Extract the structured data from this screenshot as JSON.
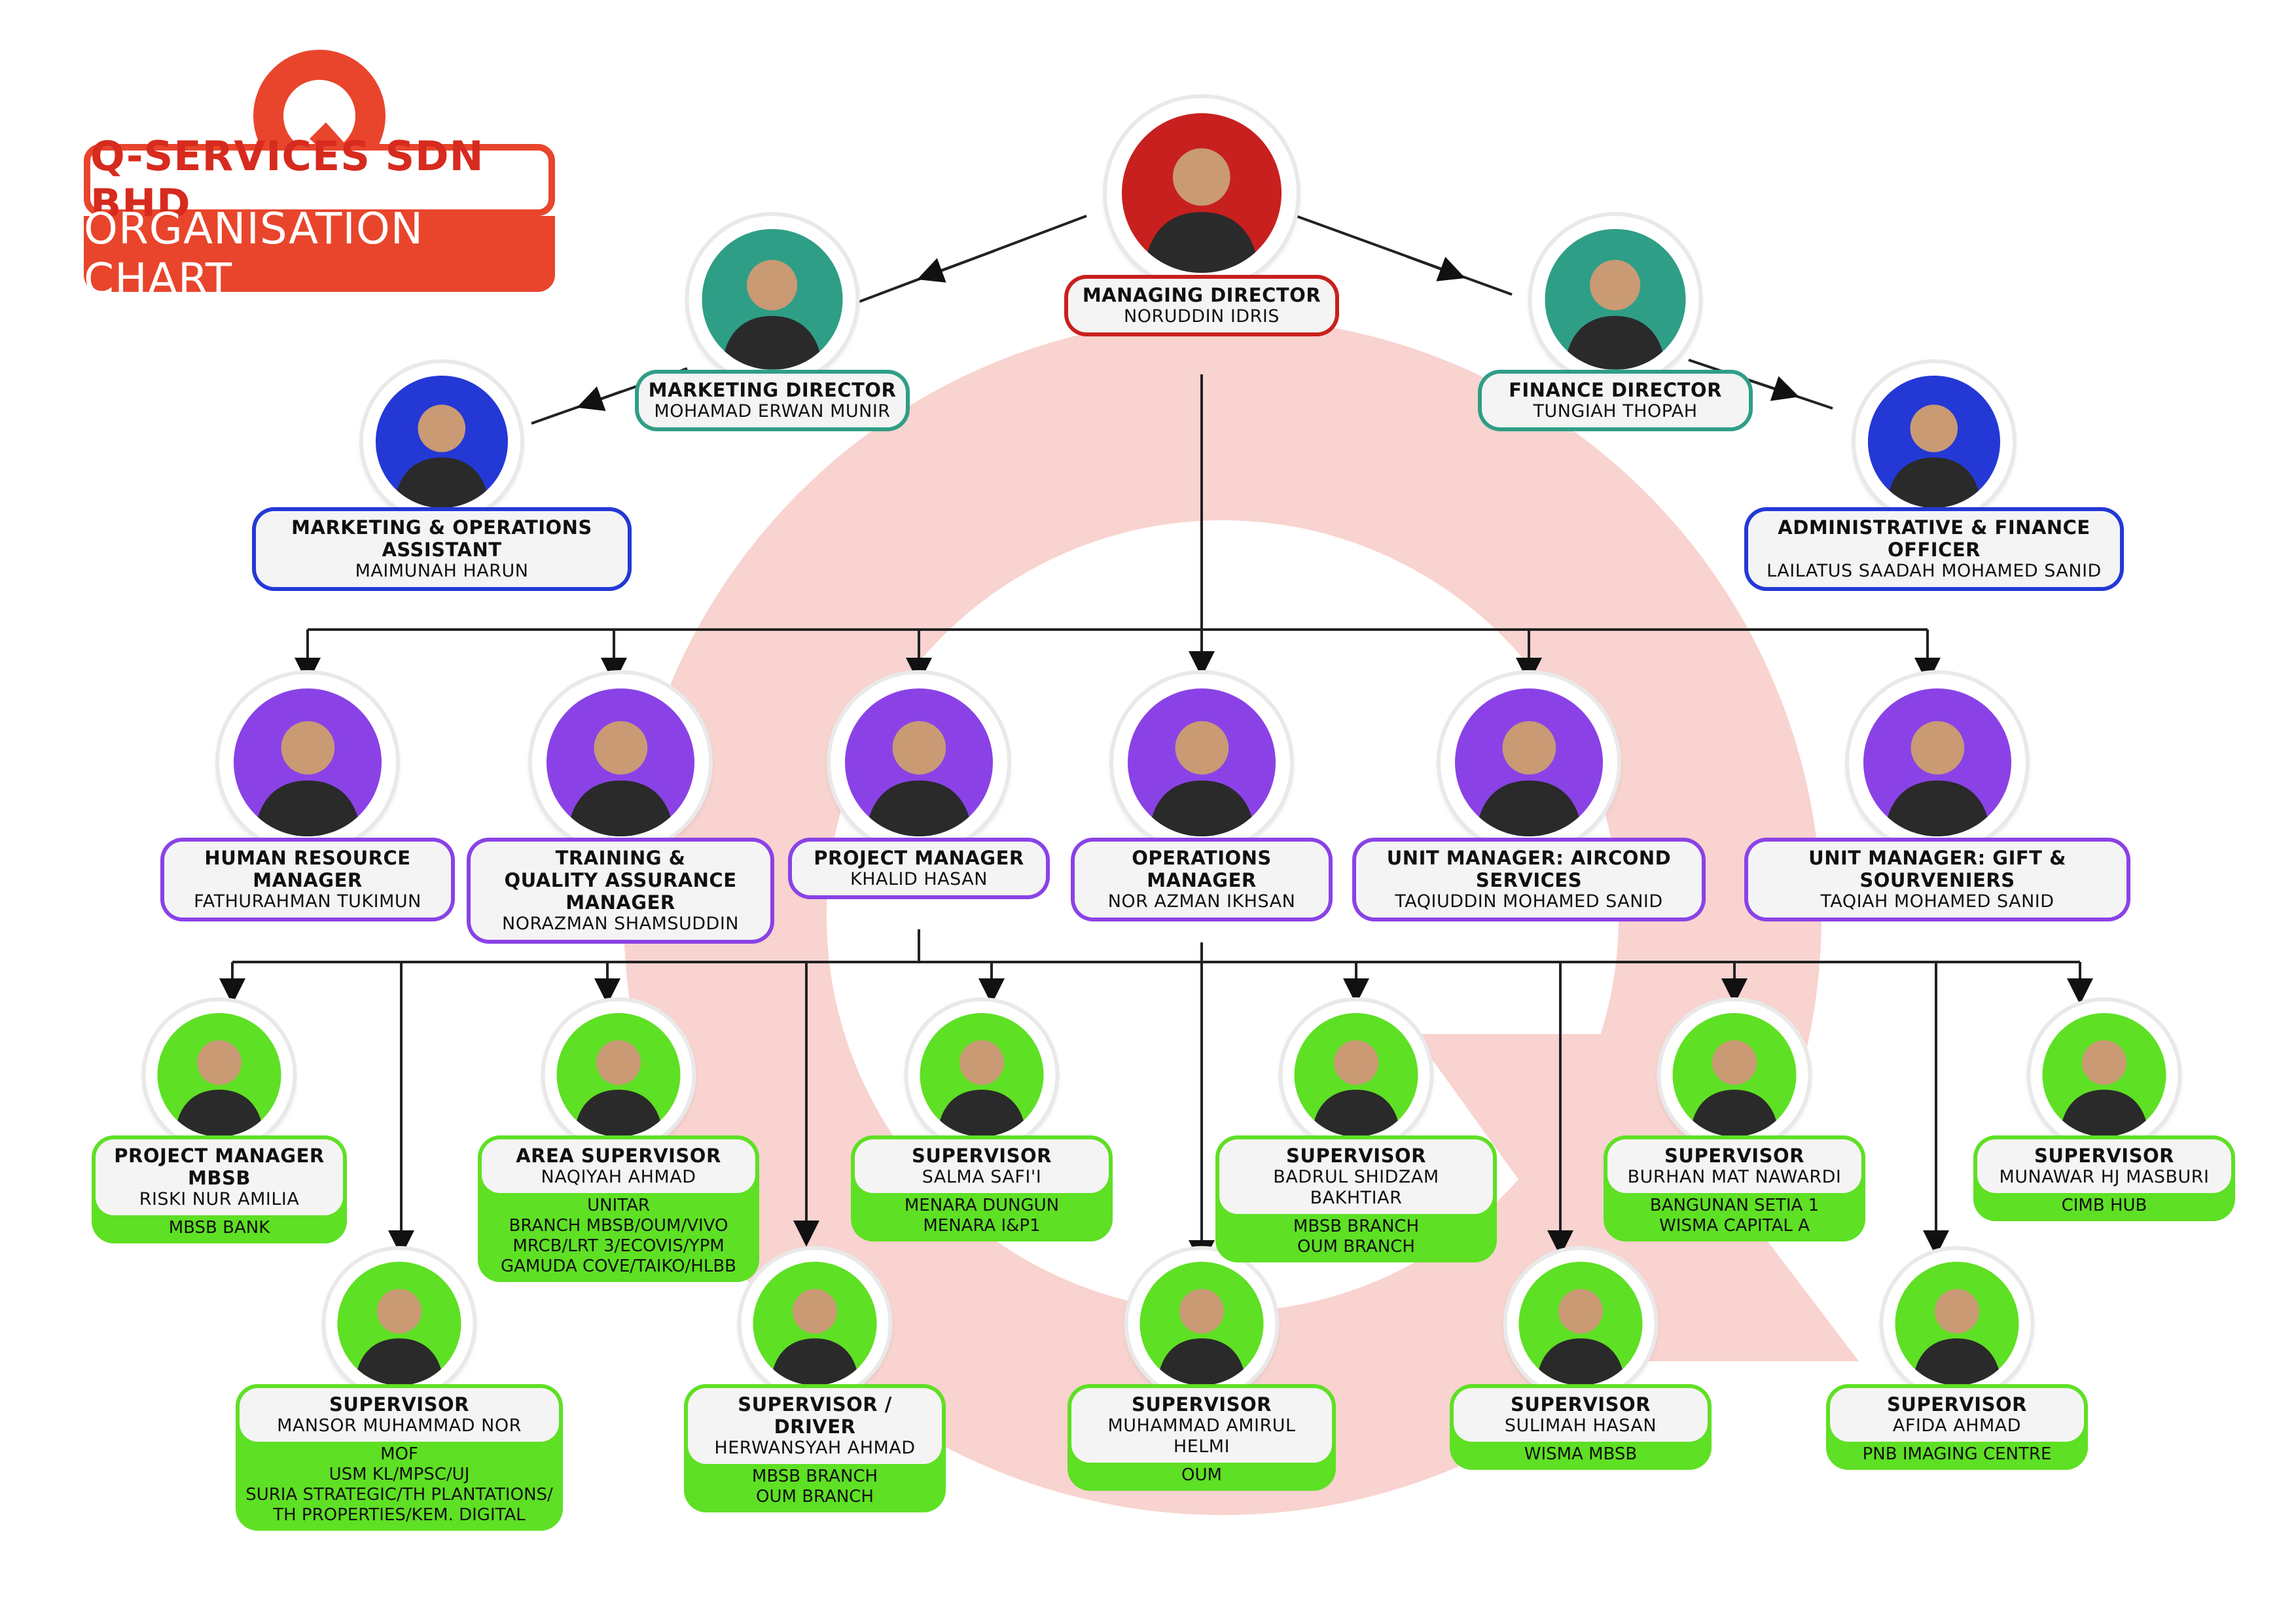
{
  "company": {
    "name": "Q-SERVICES SDN BHD",
    "chart_title": "ORGANISATION CHART"
  },
  "colors": {
    "red": "#c8201e",
    "teal": "#2f9e86",
    "blue": "#2438d6",
    "purple": "#8a42e6",
    "green": "#5ee024",
    "accent": "#e8452c"
  },
  "nodes": [
    {
      "id": "md",
      "title": "MANAGING DIRECTOR",
      "name": "NORUDDIN IDRIS",
      "color": "red"
    },
    {
      "id": "mkt_dir",
      "title": "MARKETING DIRECTOR",
      "name": "MOHAMAD ERWAN MUNIR",
      "color": "teal"
    },
    {
      "id": "fin_dir",
      "title": "FINANCE DIRECTOR",
      "name": "TUNGIAH THOPAH",
      "color": "teal"
    },
    {
      "id": "mkt_asst",
      "title": "MARKETING & OPERATIONS ASSISTANT",
      "name": "MAIMUNAH HARUN",
      "color": "blue"
    },
    {
      "id": "admin_fin",
      "title": "ADMINISTRATIVE & FINANCE OFFICER",
      "name": "LAILATUS SAADAH MOHAMED SANID",
      "color": "blue"
    },
    {
      "id": "hr",
      "title": "HUMAN RESOURCE MANAGER",
      "name": "FATHURAHMAN TUKIMUN",
      "color": "purple"
    },
    {
      "id": "tqa",
      "title": "TRAINING &\nQUALITY ASSURANCE MANAGER",
      "name": "NORAZMAN SHAMSUDDIN",
      "color": "purple"
    },
    {
      "id": "pm",
      "title": "PROJECT MANAGER",
      "name": "KHALID HASAN",
      "color": "purple"
    },
    {
      "id": "ops",
      "title": "OPERATIONS MANAGER",
      "name": "NOR AZMAN IKHSAN",
      "color": "purple"
    },
    {
      "id": "um_air",
      "title": "UNIT MANAGER: AIRCOND SERVICES",
      "name": "TAQIUDDIN MOHAMED SANID",
      "color": "purple"
    },
    {
      "id": "um_gift",
      "title": "UNIT MANAGER: GIFT & SOURVENIERS",
      "name": "TAQIAH MOHAMED SANID",
      "color": "purple"
    },
    {
      "id": "pm_mbsb",
      "title": "PROJECT MANAGER MBSB",
      "name": "RISKI NUR AMILIA",
      "extra": "MBSB BANK",
      "color": "green"
    },
    {
      "id": "area_sup",
      "title": "AREA SUPERVISOR",
      "name": "NAQIYAH AHMAD",
      "extra": "UNITAR\nBRANCH MBSB/OUM/VIVO\nMRCB/LRT 3/ECOVIS/YPM\nGAMUDA COVE/TAIKO/HLBB",
      "color": "green"
    },
    {
      "id": "sup_salma",
      "title": "SUPERVISOR",
      "name": "SALMA SAFI'I",
      "extra": "MENARA DUNGUN\nMENARA I&P1",
      "color": "green"
    },
    {
      "id": "sup_badrul",
      "title": "SUPERVISOR",
      "name": "BADRUL SHIDZAM BAKHTIAR",
      "extra": "MBSB BRANCH\nOUM BRANCH",
      "color": "green"
    },
    {
      "id": "sup_burhan",
      "title": "SUPERVISOR",
      "name": "BURHAN MAT NAWARDI",
      "extra": "BANGUNAN SETIA 1\nWISMA CAPITAL A",
      "color": "green"
    },
    {
      "id": "sup_munawar",
      "title": "SUPERVISOR",
      "name": "MUNAWAR HJ MASBURI",
      "extra": "CIMB HUB",
      "color": "green"
    },
    {
      "id": "sup_mansor",
      "title": "SUPERVISOR",
      "name": "MANSOR MUHAMMAD NOR",
      "extra": "MOF\nUSM KL/MPSC/UJ\nSURIA STRATEGIC/TH PLANTATIONS/\nTH PROPERTIES/KEM. DIGITAL",
      "color": "green"
    },
    {
      "id": "sup_herwan",
      "title": "SUPERVISOR / DRIVER",
      "name": "HERWANSYAH AHMAD",
      "extra": "MBSB BRANCH\nOUM BRANCH",
      "color": "green"
    },
    {
      "id": "sup_amirul",
      "title": "SUPERVISOR",
      "name": "MUHAMMAD AMIRUL HELMI",
      "extra": "OUM",
      "color": "green"
    },
    {
      "id": "sup_sulimah",
      "title": "SUPERVISOR",
      "name": "SULIMAH HASAN",
      "extra": "WISMA MBSB",
      "color": "green"
    },
    {
      "id": "sup_afida",
      "title": "SUPERVISOR",
      "name": "AFIDA  AHMAD",
      "extra": "PNB IMAGING CENTRE",
      "color": "green"
    }
  ]
}
